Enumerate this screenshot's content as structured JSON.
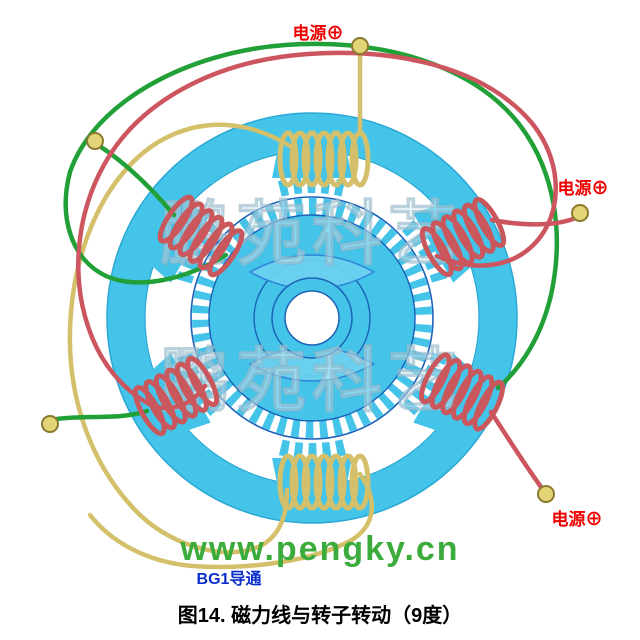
{
  "figure": {
    "caption": "图14. 磁力线与转子转动（9度）"
  },
  "labels": {
    "power_top": "电源⊕",
    "power_right": "电源⊕",
    "power_bottom_right": "电源⊕",
    "bg1": "BG1导通"
  },
  "watermark": {
    "site": "www.pengky.cn",
    "brand_upper": "鹏苑科艺",
    "brand_lower": "鹏苑科艺"
  },
  "colors": {
    "stator": "#45C4EA",
    "stator_edge": "#2BA8D4",
    "rotor_fill": "#45C4EA",
    "rotor_outline": "#1B62B8",
    "lens_fill": "#6FD2F0",
    "lens_edge": "#2B7FD4",
    "coil_yellow": "#D4C06A",
    "coil_red": "#C9575B",
    "wire_yellow": "#D4C06A",
    "wire_green": "#22A038",
    "wire_red": "#CC5560",
    "terminal_fill": "#E4D478",
    "terminal_edge": "#8A7A30",
    "label_red": "#EE0000",
    "label_blue": "#0A2ECC",
    "site_green": "#3BAB3B"
  }
}
